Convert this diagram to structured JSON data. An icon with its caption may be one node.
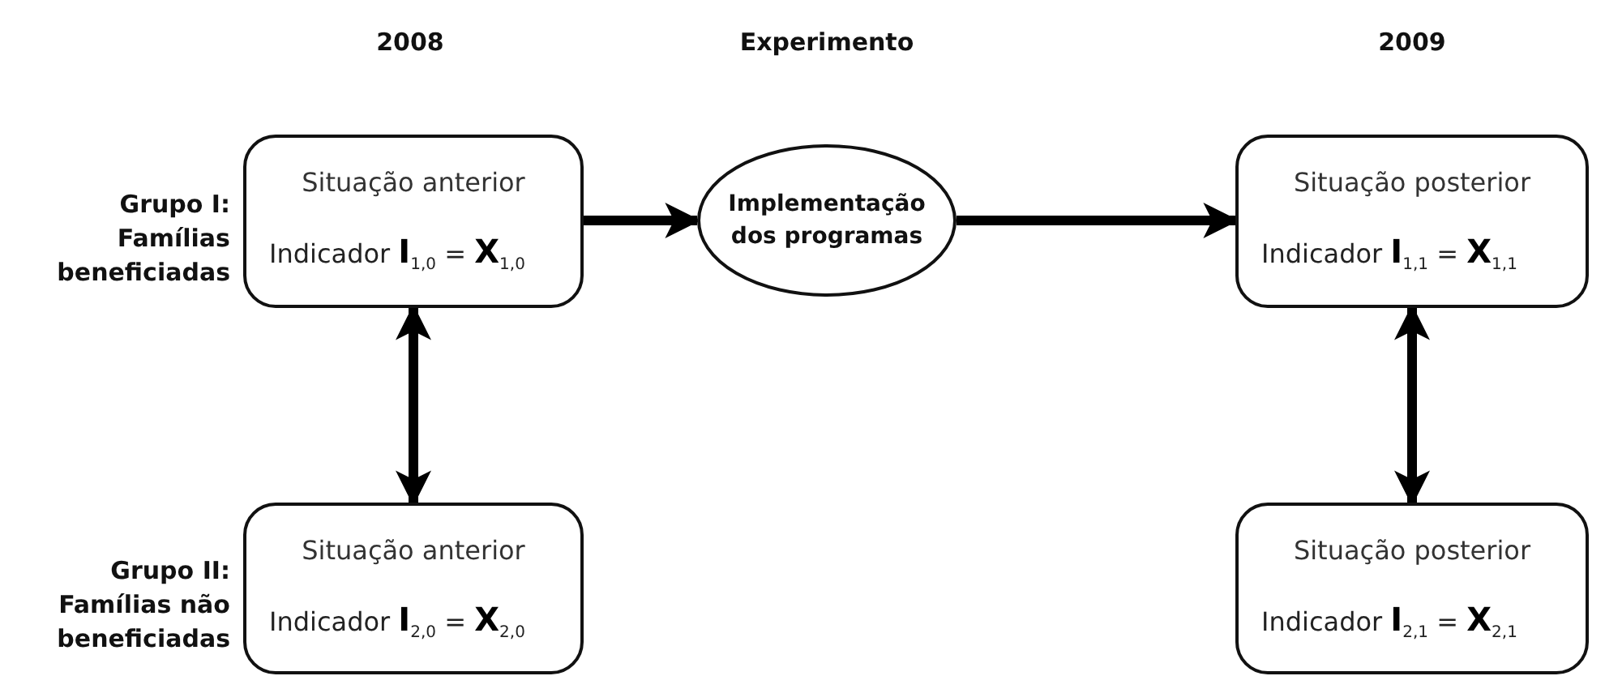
{
  "diagram": {
    "nodes": [
      {
        "text": [
          "Situação anterior",
          "Indicador **I**$_{1,0}$ = **X**$_{1,0}$"
        ]
      },
      {
        "text": [
          "Implementação dos programas"
        ]
      },
      {
        "text": [
          "Situação posterior",
          "Indicador **I**$_{1,1}$ = **X**$_{1,1}$"
        ]
      },
      {
        "text": [
          "Situação anterior",
          "Indicador **I**$_{2,0}$ = **X**$_{2,0}$"
        ]
      },
      {
        "text": [
          "Situação posterior",
          "Indicador **I**$_{2,1}$ = **X**$_{2,1}$"
        ]
      }
    ],
    "edges": [
      {
        "from": 0,
        "to": 1,
        "arrow": "to"
      },
      {
        "from": 1,
        "to": 2,
        "arrow": "to"
      },
      {
        "from": 0,
        "to": 3,
        "arrow": "both"
      },
      {
        "from": 2,
        "to": 4,
        "arrow": "both"
      }
    ],
    "labels": [
      "2008",
      "Experimento",
      "2009",
      "Grupo I: Famílias beneficiadas",
      "Grupo II: Famílias não beneficiadas"
    ]
  }
}
